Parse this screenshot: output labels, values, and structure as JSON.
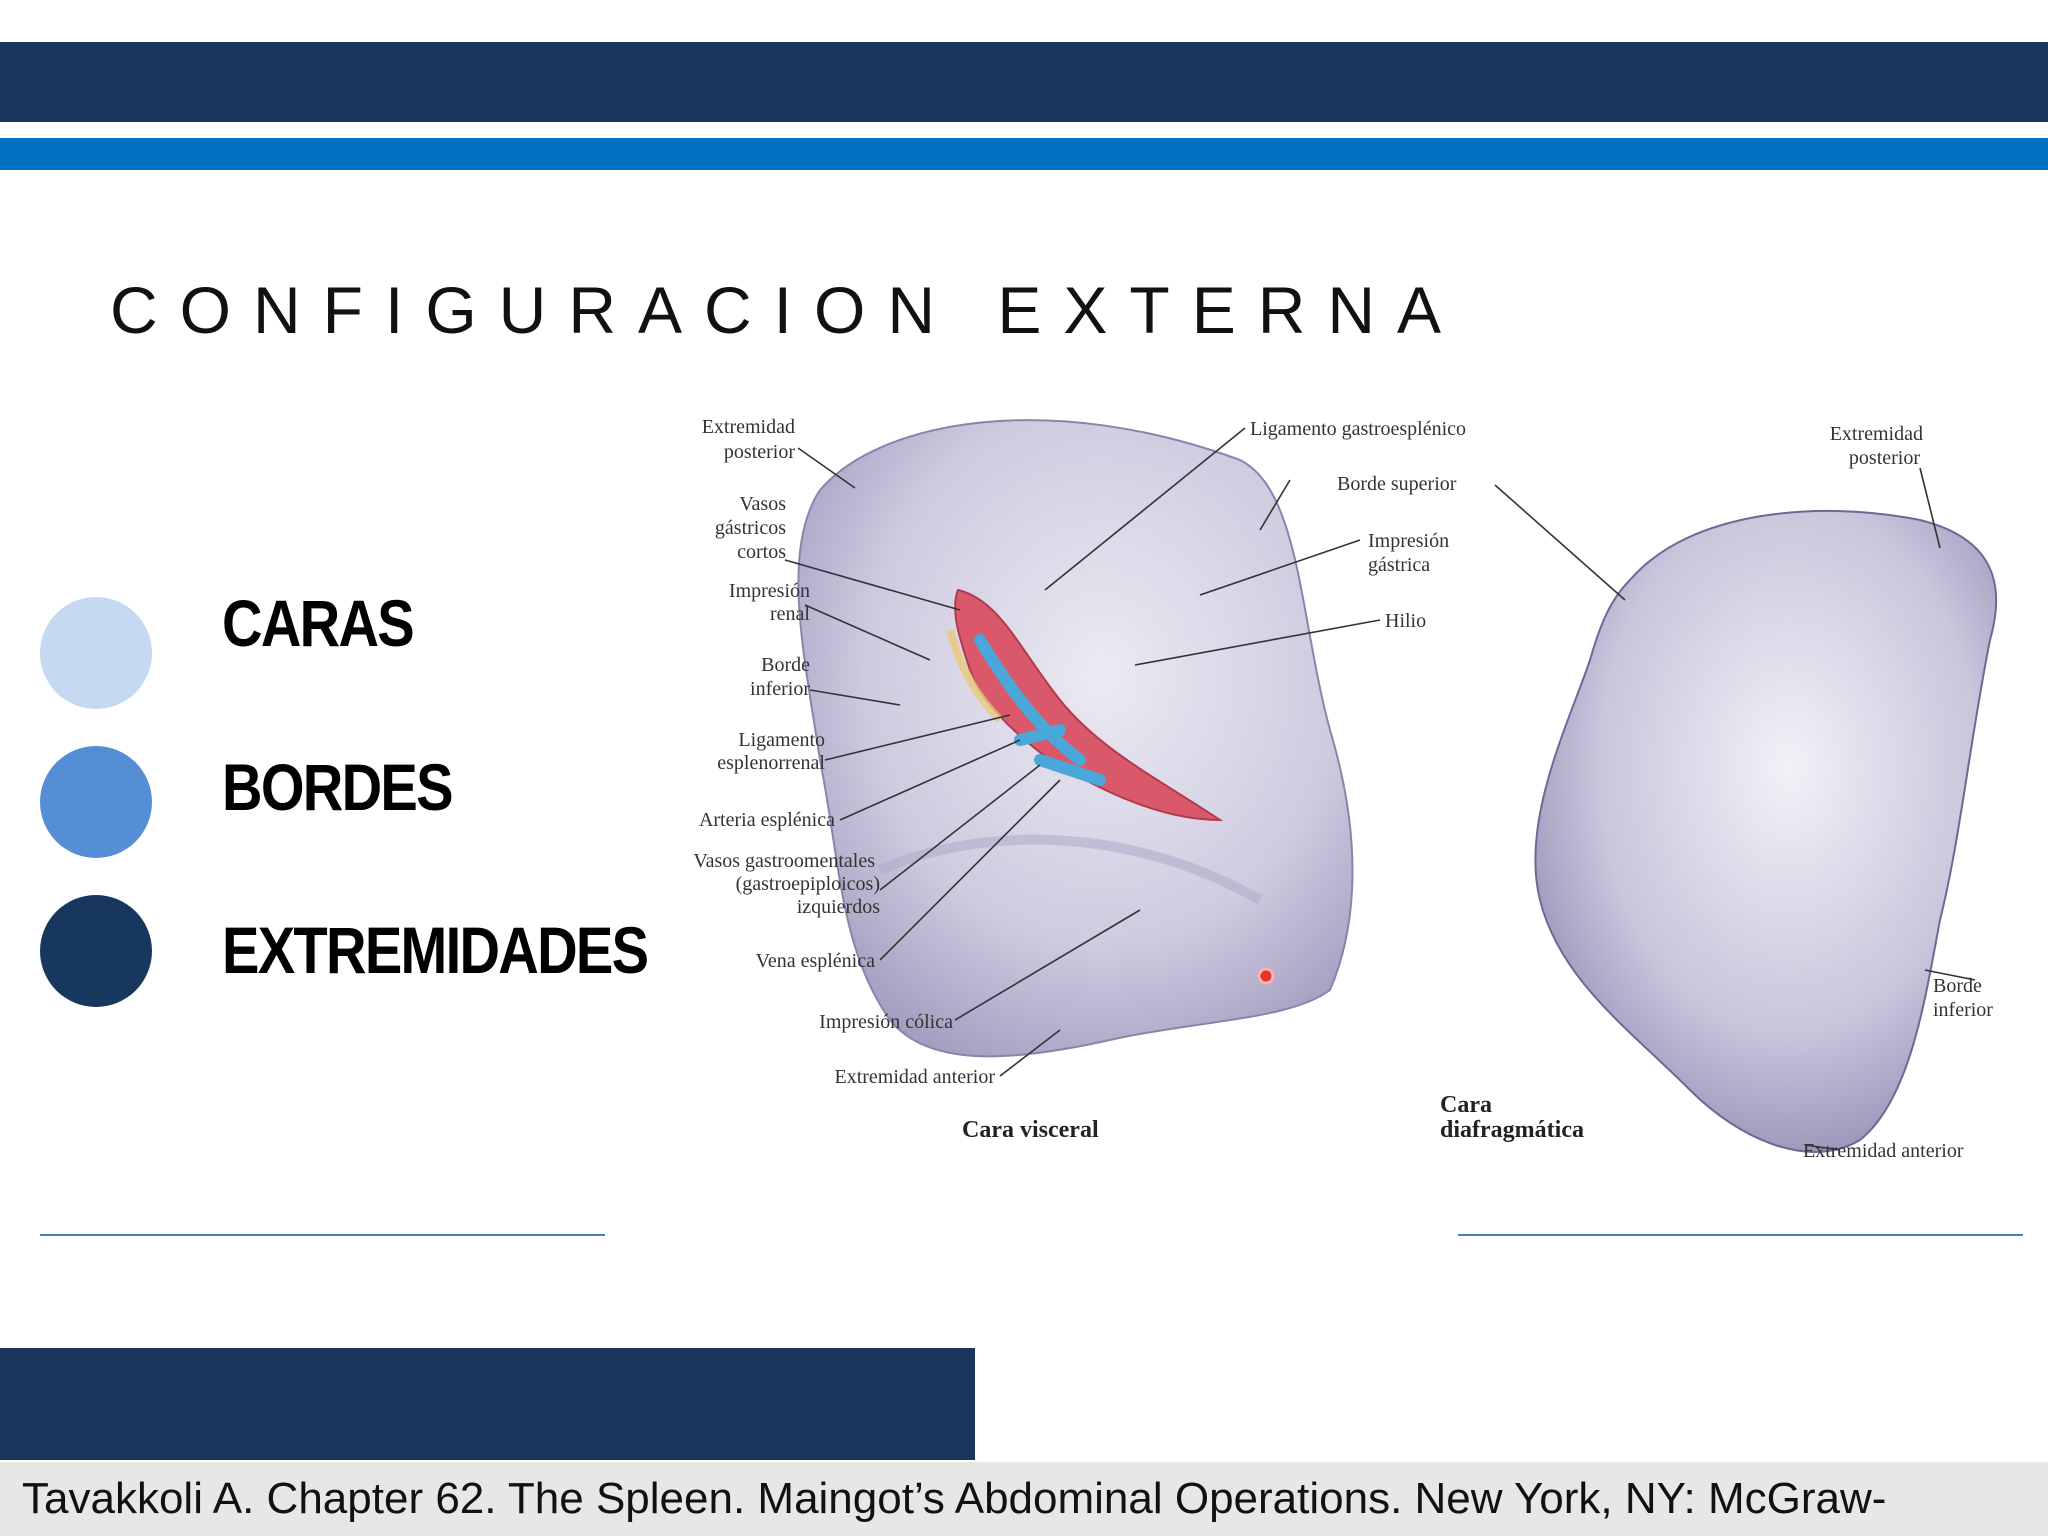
{
  "slide": {
    "title": "CONFIGURACION EXTERNA",
    "bullets": [
      {
        "label": "CARAS",
        "color": "#c5d9f1"
      },
      {
        "label": "BORDES",
        "color": "#558ed5"
      },
      {
        "label": "EXTREMIDADES",
        "color": "#17375e"
      }
    ],
    "colors": {
      "band_dark": "#1b365d",
      "band_blue": "#0070c0"
    }
  },
  "figure": {
    "visceral_labels": [
      "Extremidad",
      "posterior",
      "Vasos",
      "gástricos",
      "cortos",
      "Impresión",
      "renal",
      "Borde",
      "inferior",
      "Ligamento",
      "esplenorrenal",
      "Arteria esplénica",
      "Vasos gastroomentales",
      "(gastroepiploicos)",
      "izquierdos",
      "Vena esplénica",
      "Impresión cólica",
      "Extremidad anterior"
    ],
    "right_labels": [
      "Ligamento gastroesplénico",
      "Borde superior",
      "Impresión",
      "gástrica",
      "Hilio"
    ],
    "visceral_caption": "Cara visceral",
    "diaphragm_caption_1": "Cara",
    "diaphragm_caption_2": "diafragmática",
    "diaphragm_labels": [
      "Extremidad",
      "posterior",
      "Borde",
      "inferior",
      "Extremidad anterior"
    ]
  },
  "footer": {
    "citation": "Tavakkoli A. Chapter 62. The Spleen. Maingot’s Abdominal Operations. New York, NY: McGraw-"
  }
}
